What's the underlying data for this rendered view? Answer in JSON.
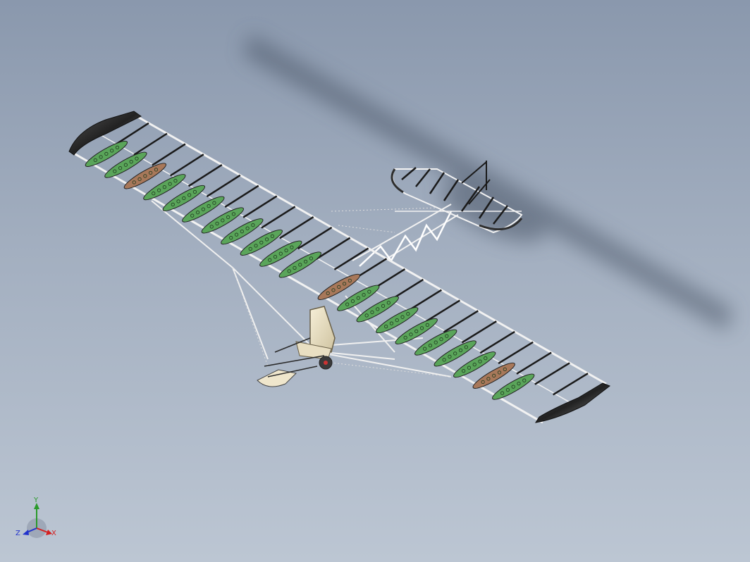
{
  "viewport": {
    "background_top": "#8a98ad",
    "background_bottom": "#bcc6d3"
  },
  "model": {
    "subject": "ultralight-aircraft-wireframe",
    "rib_color_green": "#5aa55a",
    "rib_color_brown": "#a8785a",
    "frame_color": "#f2f2f2",
    "wingtip_color": "#2e2e2e"
  },
  "triad": {
    "x_label": "X",
    "y_label": "Y",
    "z_label": "Z",
    "x_color": "#d42020",
    "y_color": "#2a9a2a",
    "z_color": "#2233cc"
  }
}
